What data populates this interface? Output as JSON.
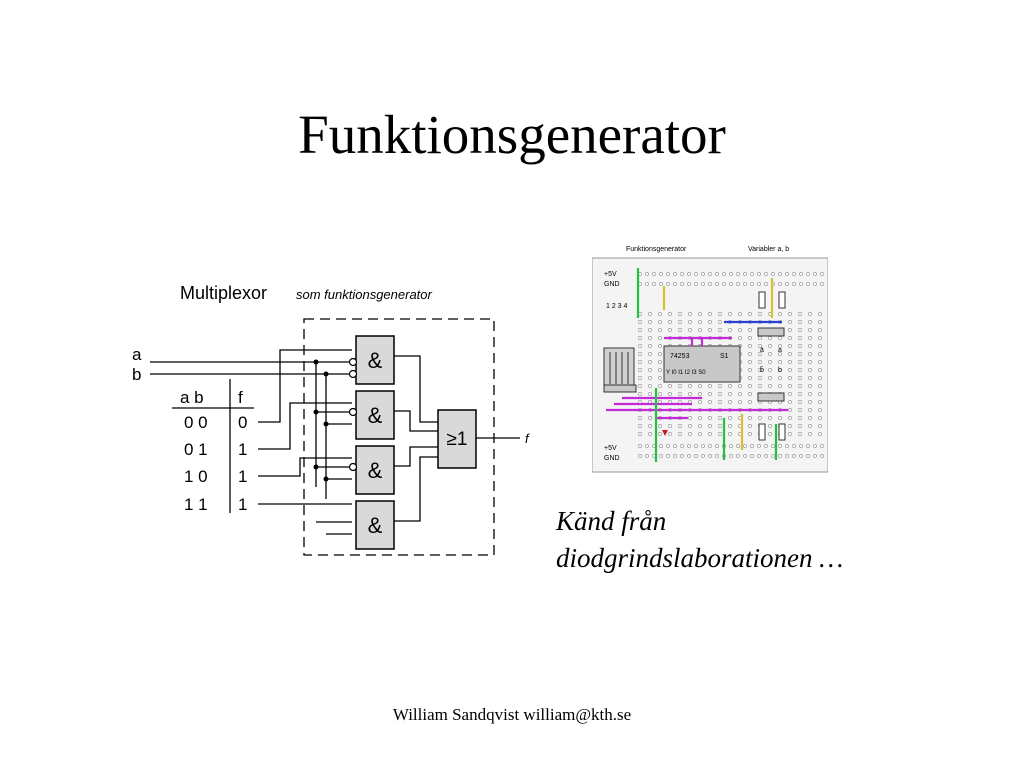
{
  "slide": {
    "title": "Funktionsgenerator",
    "caption_line1": "Känd från",
    "caption_line2": "diodgrindslaborationen …",
    "footer": "William Sandqvist  william@kth.se"
  },
  "mux_diagram": {
    "heading": "Multiplexor",
    "subheading": "som funktionsgenerator",
    "input_a": "a",
    "input_b": "b",
    "table_header": [
      "a b",
      "f"
    ],
    "table_rows": [
      {
        "ab": "0 0",
        "f": "0"
      },
      {
        "ab": "0 1",
        "f": "1"
      },
      {
        "ab": "1 0",
        "f": "1"
      },
      {
        "ab": "1 1",
        "f": "1"
      }
    ],
    "and_gate_symbol": "&",
    "or_gate_symbol": "≥1",
    "output_label": "f"
  },
  "breadboard": {
    "header_left": "Funktionsgenerator",
    "header_right": "Variabler a, b",
    "rail_top_1": "+5V",
    "rail_top_2": "GND",
    "rail_bottom_1": "+5V",
    "rail_bottom_2": "GND",
    "switch_numbers": "1 2 3 4",
    "chip_name": "74253",
    "chip_s1": "S1",
    "chip_pins": "Y I0 I1 I2 I3 S0",
    "a_bar": "ā",
    "a": "a",
    "b_bar": "b̄",
    "b": "b"
  }
}
